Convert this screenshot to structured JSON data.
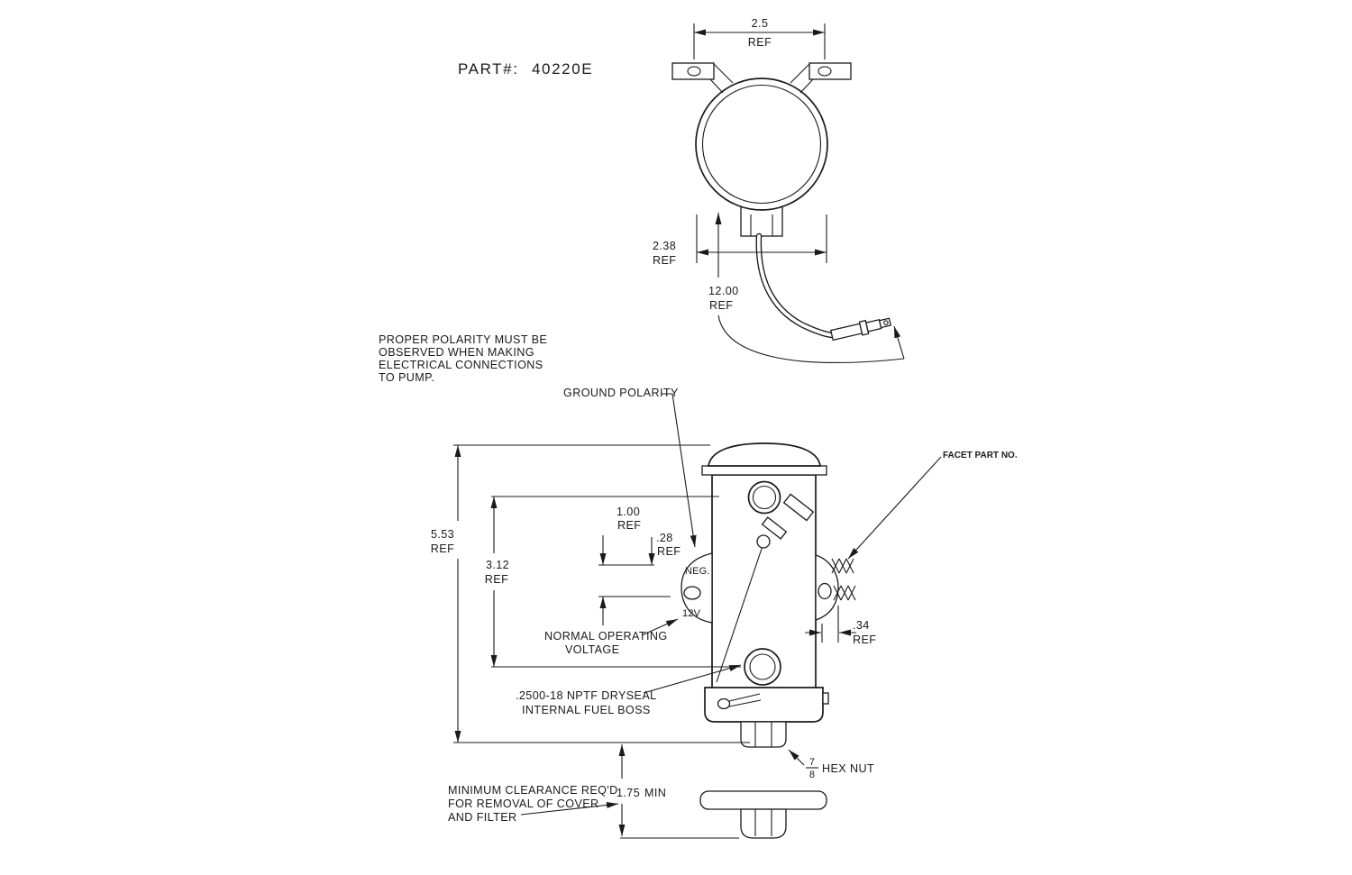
{
  "page": {
    "background": "#ffffff",
    "ink": "#1a1a1a"
  },
  "header": {
    "part_prefix": "PART#:",
    "part_number": "40220E"
  },
  "notes": {
    "polarity_lines": [
      "PROPER POLARITY MUST BE",
      "OBSERVED WHEN MAKING",
      "ELECTRICAL CONNECTIONS",
      "TO PUMP."
    ],
    "ground_polarity": "GROUND POLARITY",
    "facet_part_no": "FACET PART NO.",
    "normal_operating_lines": [
      "NORMAL OPERATING",
      "VOLTAGE"
    ],
    "fuel_boss_lines": [
      ".2500-18 NPTF DRYSEAL",
      "INTERNAL FUEL BOSS"
    ],
    "clearance_lines": [
      "MINIMUM CLEARANCE REQ'D",
      "FOR REMOVAL OF COVER",
      "AND FILTER"
    ],
    "hex_nut": {
      "numerator": "7",
      "denominator": "8",
      "label": "HEX NUT"
    }
  },
  "pump_labels": {
    "neg": "NEG.",
    "voltage": "12V"
  },
  "dims": {
    "bracket_holes": {
      "v": "2.5",
      "u": "REF"
    },
    "body_width": {
      "v": "2.38",
      "u": "REF"
    },
    "lead_length": {
      "v": "12.00",
      "u": "REF"
    },
    "overall_height": {
      "v": "5.53",
      "u": "REF"
    },
    "port_spacing": {
      "v": "3.12",
      "u": "REF"
    },
    "terminal_spacing": {
      "v": "1.00",
      "u": "REF"
    },
    "terminal_offset": {
      "v": ".28",
      "u": "REF"
    },
    "stud_length": {
      "v": ".34",
      "u": "REF"
    },
    "cover_clearance": {
      "v": "1.75",
      "u": "MIN"
    }
  }
}
